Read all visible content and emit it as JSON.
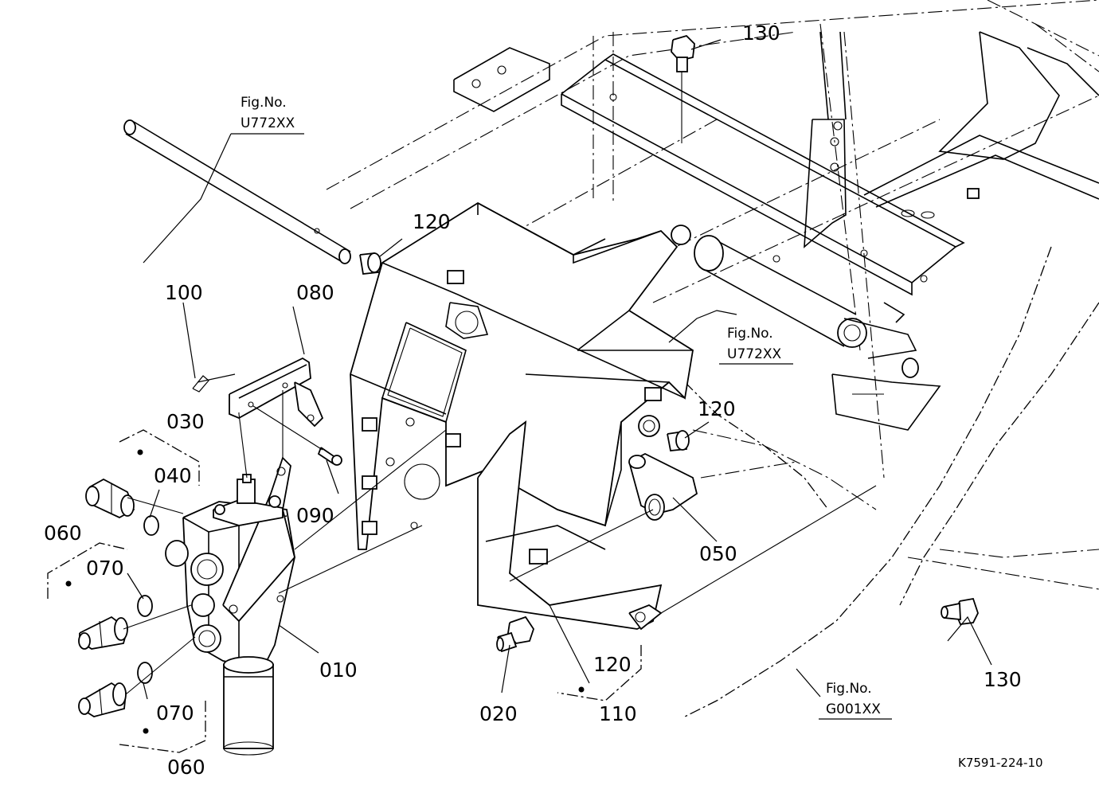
{
  "figure": {
    "code": "K7591-224-10",
    "references": [
      {
        "caption": "Fig.No.",
        "code": "U772XX"
      },
      {
        "caption": "Fig.No.",
        "code": "U772XX"
      },
      {
        "caption": "Fig.No.",
        "code": "G001XX"
      }
    ],
    "callouts": [
      {
        "id": "010"
      },
      {
        "id": "020"
      },
      {
        "id": "030"
      },
      {
        "id": "040"
      },
      {
        "id": "050"
      },
      {
        "id": "060"
      },
      {
        "id": "060"
      },
      {
        "id": "070"
      },
      {
        "id": "070"
      },
      {
        "id": "080"
      },
      {
        "id": "090"
      },
      {
        "id": "100"
      },
      {
        "id": "110"
      },
      {
        "id": "120"
      },
      {
        "id": "120"
      },
      {
        "id": "120"
      },
      {
        "id": "130"
      },
      {
        "id": "130"
      }
    ]
  }
}
